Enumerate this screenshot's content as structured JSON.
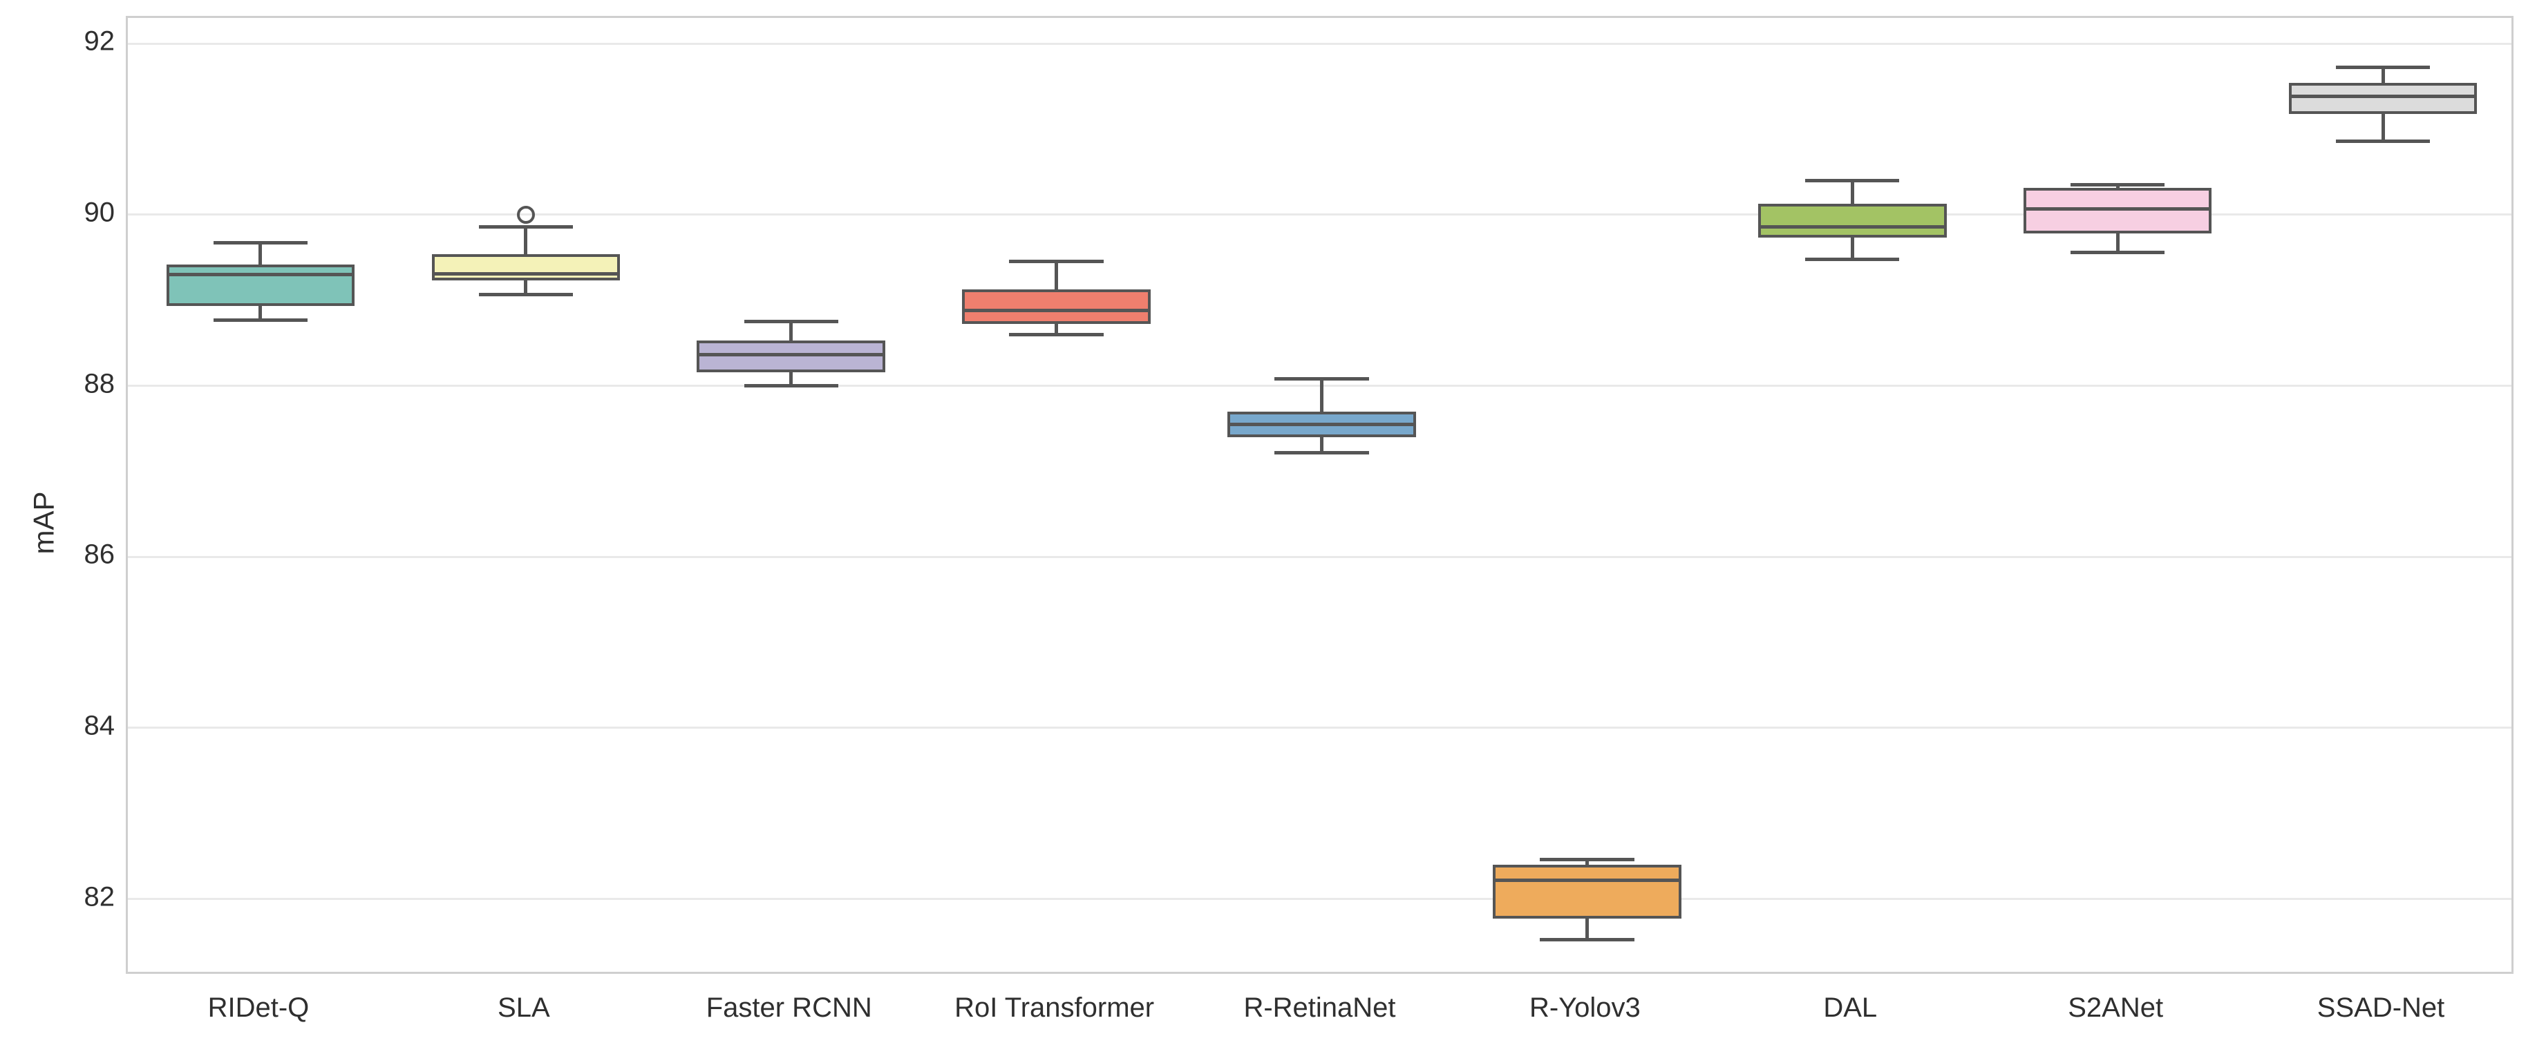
{
  "chart_data": {
    "type": "box",
    "title": "",
    "xlabel": "",
    "ylabel": "mAP",
    "ylim": [
      81.1,
      92.3
    ],
    "yticks": [
      92,
      90,
      88,
      86,
      84,
      82
    ],
    "ytick_labels": [
      "92",
      "90",
      "88",
      "86",
      "84",
      "82"
    ],
    "grid": true,
    "legend": "none",
    "categories": [
      "RIDet-Q",
      "SLA",
      "Faster RCNN",
      "RoI Transformer",
      "R-RetinaNet",
      "R-Yolov3",
      "DAL",
      "S2ANet",
      "SSAD-Net"
    ],
    "boxes": [
      {
        "label": "RIDet-Q",
        "color": "#7fc3b8",
        "whisker_low": 88.77,
        "q1": 88.93,
        "median": 89.3,
        "q3": 89.42,
        "whisker_high": 89.67,
        "outliers": []
      },
      {
        "label": "SLA",
        "color": "#f4f2b8",
        "whisker_low": 89.07,
        "q1": 89.23,
        "median": 89.31,
        "q3": 89.54,
        "whisker_high": 89.86,
        "outliers": [
          90.0
        ]
      },
      {
        "label": "Faster RCNN",
        "color": "#bab4d4",
        "whisker_low": 88.0,
        "q1": 88.16,
        "median": 88.36,
        "q3": 88.53,
        "whisker_high": 88.75,
        "outliers": []
      },
      {
        "label": "RoI Transformer",
        "color": "#ef7f6e",
        "whisker_low": 88.6,
        "q1": 88.72,
        "median": 88.88,
        "q3": 89.13,
        "whisker_high": 89.45,
        "outliers": []
      },
      {
        "label": "R-RetinaNet",
        "color": "#78a8cc",
        "whisker_low": 87.22,
        "q1": 87.4,
        "median": 87.55,
        "q3": 87.7,
        "whisker_high": 88.08,
        "outliers": []
      },
      {
        "label": "R-Yolov3",
        "color": "#eeab5c",
        "whisker_low": 81.52,
        "q1": 81.77,
        "median": 82.22,
        "q3": 82.4,
        "whisker_high": 82.46,
        "outliers": []
      },
      {
        "label": "DAL",
        "color": "#a3c364",
        "whisker_low": 89.48,
        "q1": 89.73,
        "median": 89.86,
        "q3": 90.13,
        "whisker_high": 90.4,
        "outliers": []
      },
      {
        "label": "S2ANet",
        "color": "#f7cfe2",
        "whisker_low": 89.56,
        "q1": 89.78,
        "median": 90.07,
        "q3": 90.31,
        "whisker_high": 90.35,
        "outliers": []
      },
      {
        "label": "SSAD-Net",
        "color": "#dcdcdc",
        "whisker_low": 90.86,
        "q1": 91.18,
        "median": 91.38,
        "q3": 91.54,
        "whisker_high": 91.72,
        "outliers": []
      }
    ]
  },
  "axis": {
    "y_title": "mAP"
  }
}
